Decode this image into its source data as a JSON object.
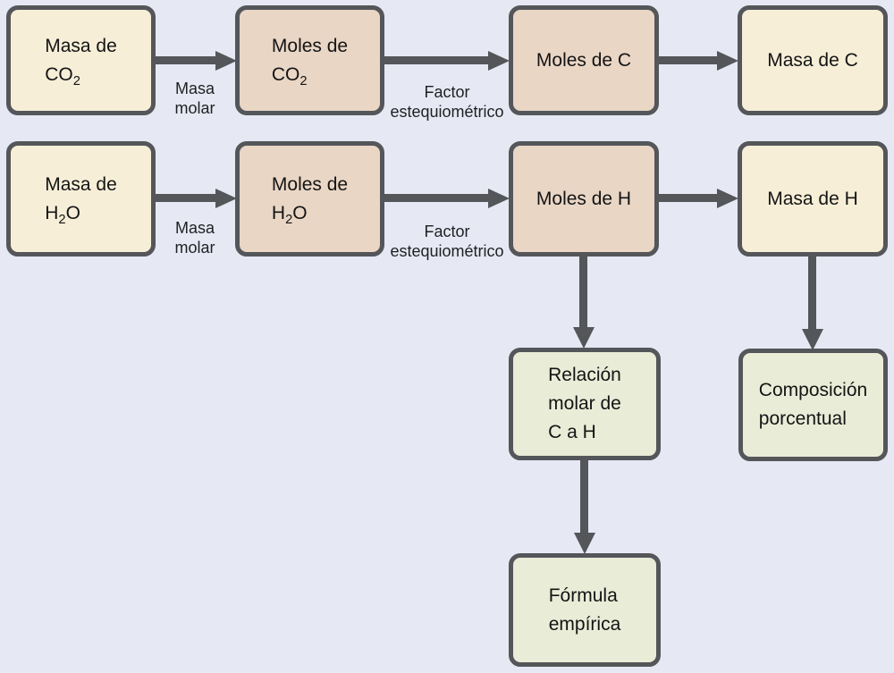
{
  "colors": {
    "background": "#e6e8f3",
    "box_border": "#54565a",
    "arrow": "#54565a",
    "mass_box_fill": "#f6eed7",
    "moles_box_fill": "#e9d6c5",
    "result_box_fill": "#e9ecd7",
    "text": "#141414"
  },
  "boxes": {
    "masa_co2": {
      "lines": [
        [
          {
            "t": "Masa de"
          }
        ],
        [
          {
            "t": "CO"
          },
          {
            "t": "2",
            "sub": true
          }
        ]
      ]
    },
    "moles_co2": {
      "lines": [
        [
          {
            "t": "Moles de"
          }
        ],
        [
          {
            "t": "CO"
          },
          {
            "t": "2",
            "sub": true
          }
        ]
      ]
    },
    "moles_c": {
      "lines": [
        [
          {
            "t": "Moles de C"
          }
        ]
      ]
    },
    "masa_c": {
      "lines": [
        [
          {
            "t": "Masa de C"
          }
        ]
      ]
    },
    "masa_h2o": {
      "lines": [
        [
          {
            "t": "Masa de"
          }
        ],
        [
          {
            "t": "H"
          },
          {
            "t": "2",
            "sub": true
          },
          {
            "t": "O"
          }
        ]
      ]
    },
    "moles_h2o": {
      "lines": [
        [
          {
            "t": "Moles de"
          }
        ],
        [
          {
            "t": "H"
          },
          {
            "t": "2",
            "sub": true
          },
          {
            "t": "O"
          }
        ]
      ]
    },
    "moles_h": {
      "lines": [
        [
          {
            "t": "Moles de H"
          }
        ]
      ]
    },
    "masa_h": {
      "lines": [
        [
          {
            "t": "Masa de H"
          }
        ]
      ]
    },
    "relacion_molar": {
      "lines": [
        [
          {
            "t": "Relación"
          }
        ],
        [
          {
            "t": "molar de"
          }
        ],
        [
          {
            "t": "C a H"
          }
        ]
      ]
    },
    "composicion": {
      "lines": [
        [
          {
            "t": "Composición"
          }
        ],
        [
          {
            "t": "porcentual"
          }
        ]
      ]
    },
    "formula_empirica": {
      "lines": [
        [
          {
            "t": "Fórmula"
          }
        ],
        [
          {
            "t": "empírica"
          }
        ]
      ]
    }
  },
  "arrow_labels": {
    "masa_molar_row1": [
      "Masa",
      "molar"
    ],
    "factor_row1": [
      "Factor",
      "estequiométrico"
    ],
    "masa_molar_row2": [
      "Masa",
      "molar"
    ],
    "factor_row2": [
      "Factor",
      "estequiométrico"
    ]
  }
}
